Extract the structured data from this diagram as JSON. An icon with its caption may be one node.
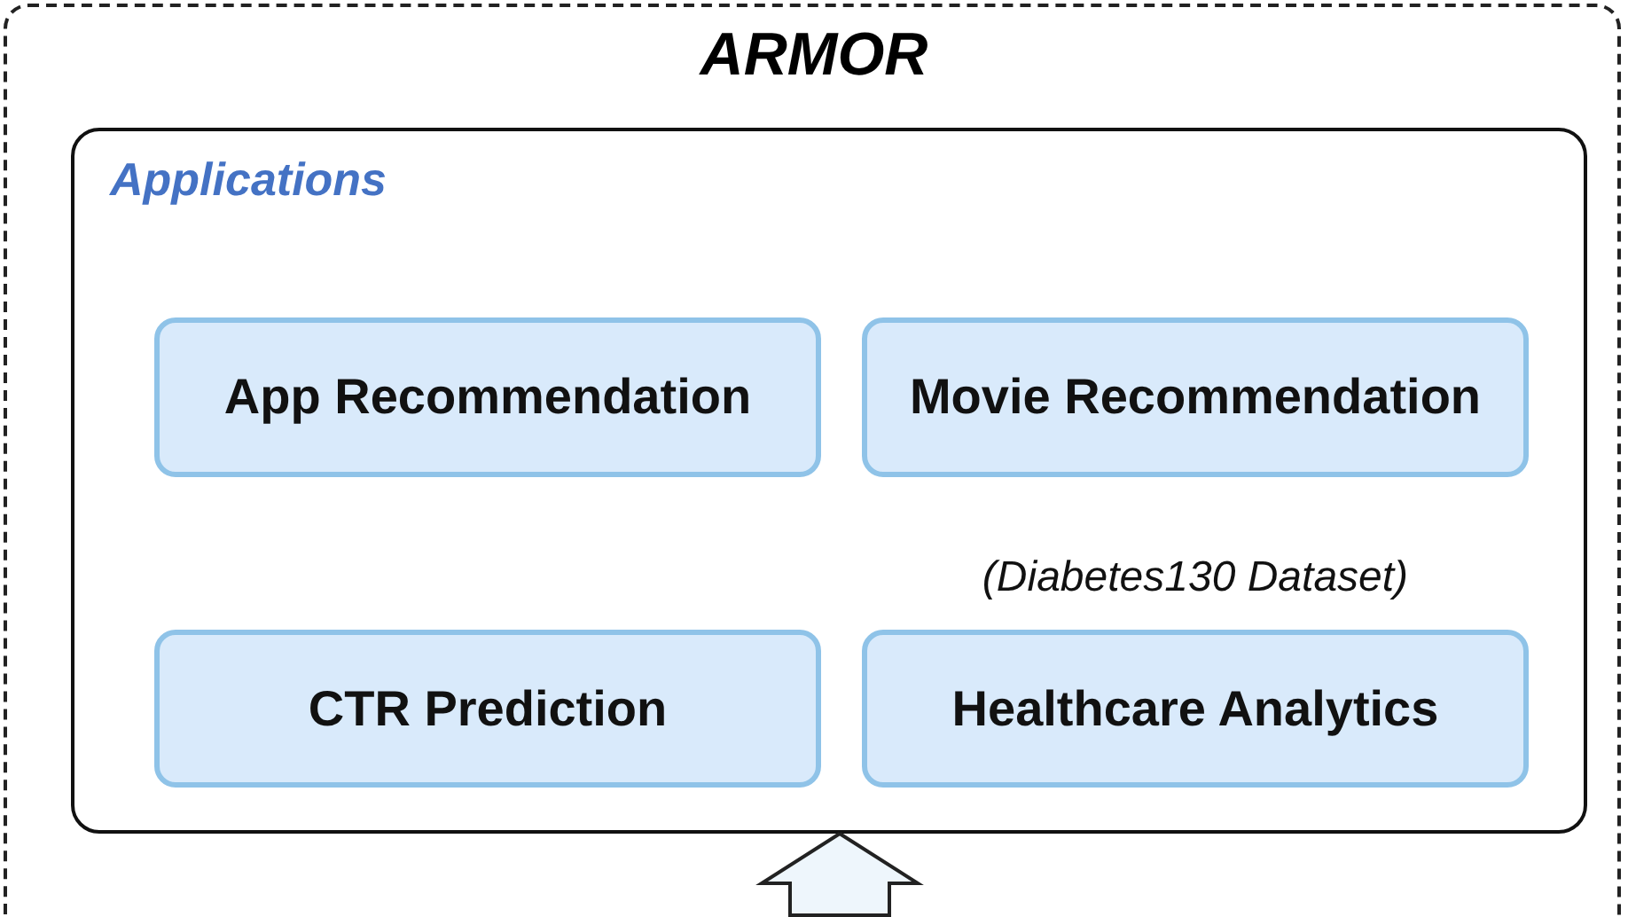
{
  "diagram": {
    "title": "ARMOR",
    "nodes": [
      {
        "text": [],
        "shape": "box"
      },
      {
        "text": [
          "Applications"
        ],
        "in": 0
      },
      {
        "text": [
          "App Recommendation"
        ],
        "in": 1
      },
      {
        "text": [
          "Movie Recommendation"
        ],
        "in": 1
      },
      {
        "text": [
          "CTR Prediction"
        ],
        "in": 1
      },
      {
        "text": [
          "Healthcare Analytics"
        ],
        "in": 1,
        "beside": [
          "(Diabetes130 Dataset)"
        ]
      }
    ],
    "edges": [
      {
        "from": null,
        "to": 1,
        "arrow": "to"
      }
    ]
  }
}
